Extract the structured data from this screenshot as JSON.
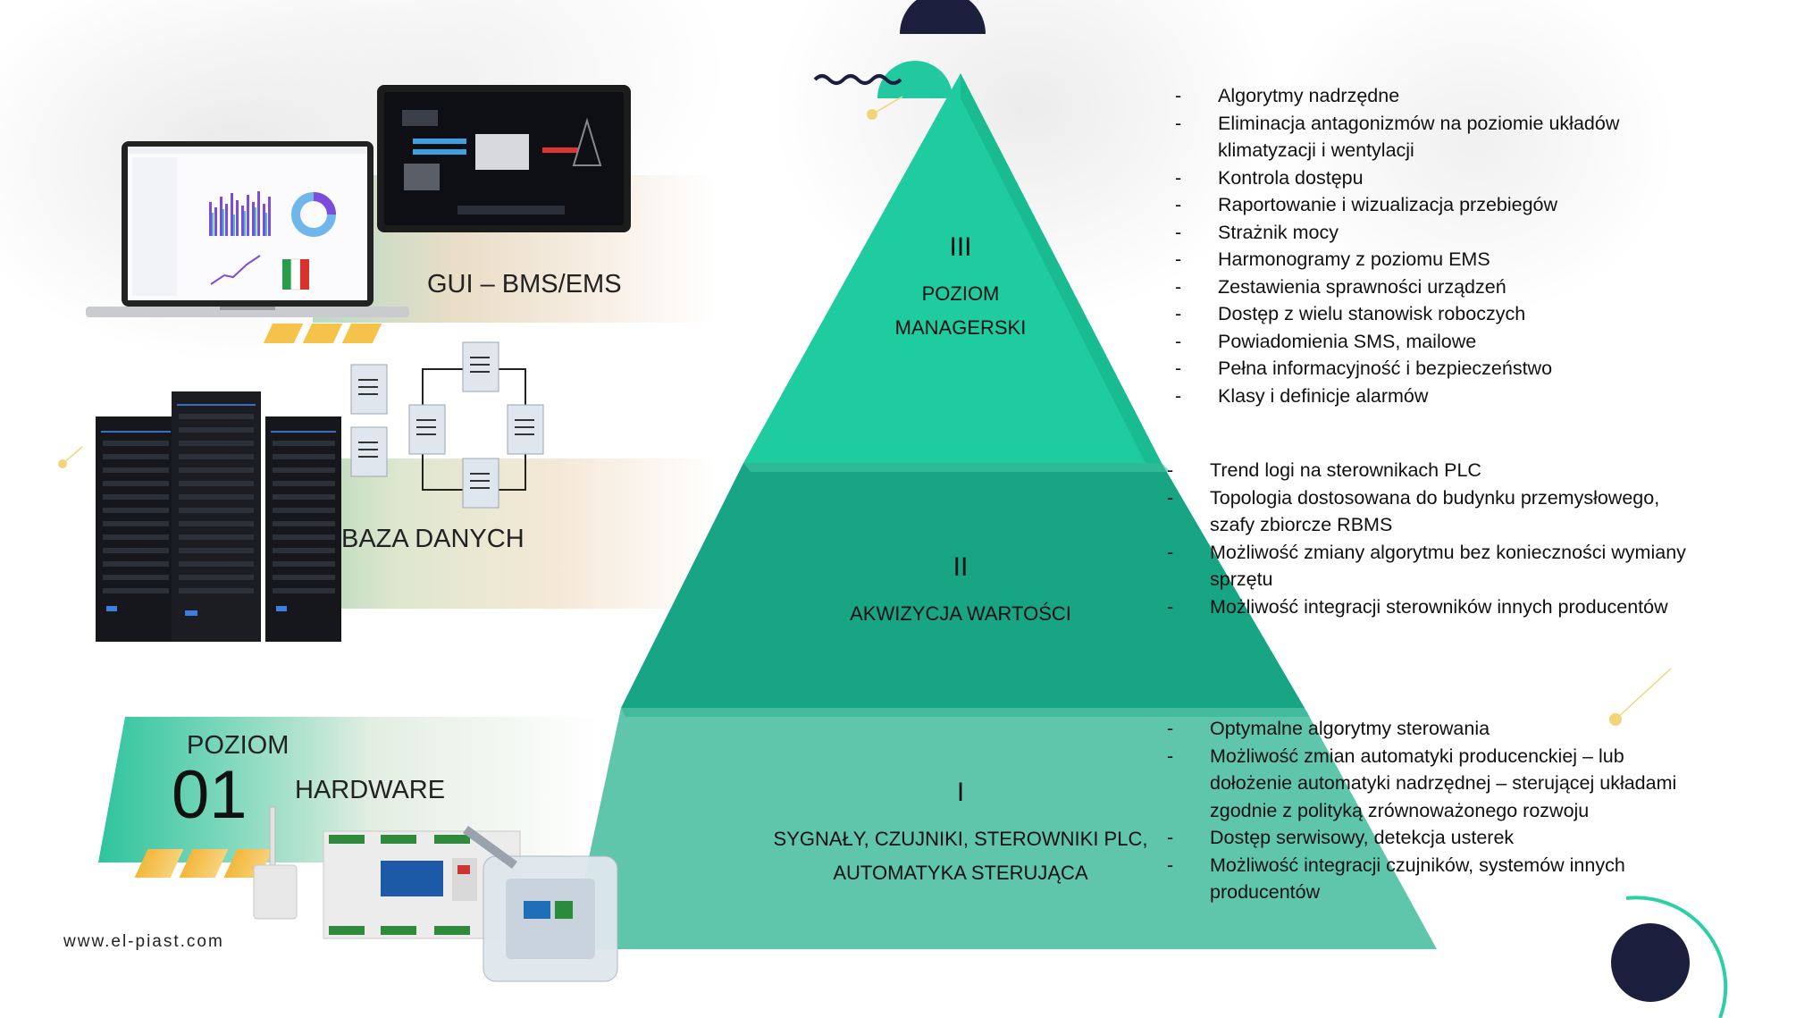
{
  "colors": {
    "pyramid_top": "#1fcc9f",
    "pyramid_mid": "#17a584",
    "pyramid_bottom": "#5fc6ab",
    "navy": "#1b1e3d",
    "stripe_yellow": "#f5c24a"
  },
  "left": {
    "gui_label": "GUI – BMS/EMS",
    "db_label": "BAZA DANYCH",
    "hw_poziom": "POZIOM",
    "hw_number": "01",
    "hw_label": "HARDWARE",
    "url": "www.el-piast.com"
  },
  "pyramid": {
    "level3": {
      "num": "III",
      "title1": "POZIOM",
      "title2": "MANAGERSKI"
    },
    "level2": {
      "num": "II",
      "title1": "AKWIZYCJA WARTOŚCI"
    },
    "level1": {
      "num": "I",
      "title1": "SYGNAŁY, CZUJNIKI, STEROWNIKI PLC,",
      "title2": "AUTOMATYKA STERUJĄCA"
    }
  },
  "lists": {
    "level3": [
      "Algorytmy nadrzędne",
      "Eliminacja antagonizmów na poziomie układów",
      " klimatyzacji i wentylacji",
      "Kontrola dostępu",
      "Raportowanie i wizualizacja przebiegów",
      "Strażnik mocy",
      "Harmonogramy z poziomu EMS",
      "Zestawienia sprawności urządzeń",
      "Dostęp z wielu stanowisk roboczych",
      "Powiadomienia SMS, mailowe",
      "Pełna informacyjność i bezpieczeństwo",
      "Klasy i definicje alarmów"
    ],
    "level2": [
      "Trend logi na sterownikach PLC",
      "Topologia dostosowana do budynku przemysłowego,",
      "szafy zbiorcze RBMS",
      "Możliwość zmiany algorytmu bez konieczności wymiany",
      "sprzętu",
      "Możliwość integracji sterowników innych producentów"
    ],
    "level1": [
      "Optymalne algorytmy sterowania",
      "Możliwość zmian automatyki producenckiej – lub",
      "dołożenie automatyki nadrzędnej – sterującej układami",
      "zgodnie z polityką zrównoważonego rozwoju",
      "Dostęp serwisowy, detekcja usterek",
      "Możliwość integracji czujników, systemów innych",
      "producentów"
    ]
  },
  "icons": {
    "laptop": "laptop-dashboard-icon",
    "monitor": "monitor-scada-icon",
    "servers": "server-rack-icon",
    "database": "database-network-icon",
    "hardware": "plc-controller-icon",
    "sensor": "sensor-icon"
  }
}
